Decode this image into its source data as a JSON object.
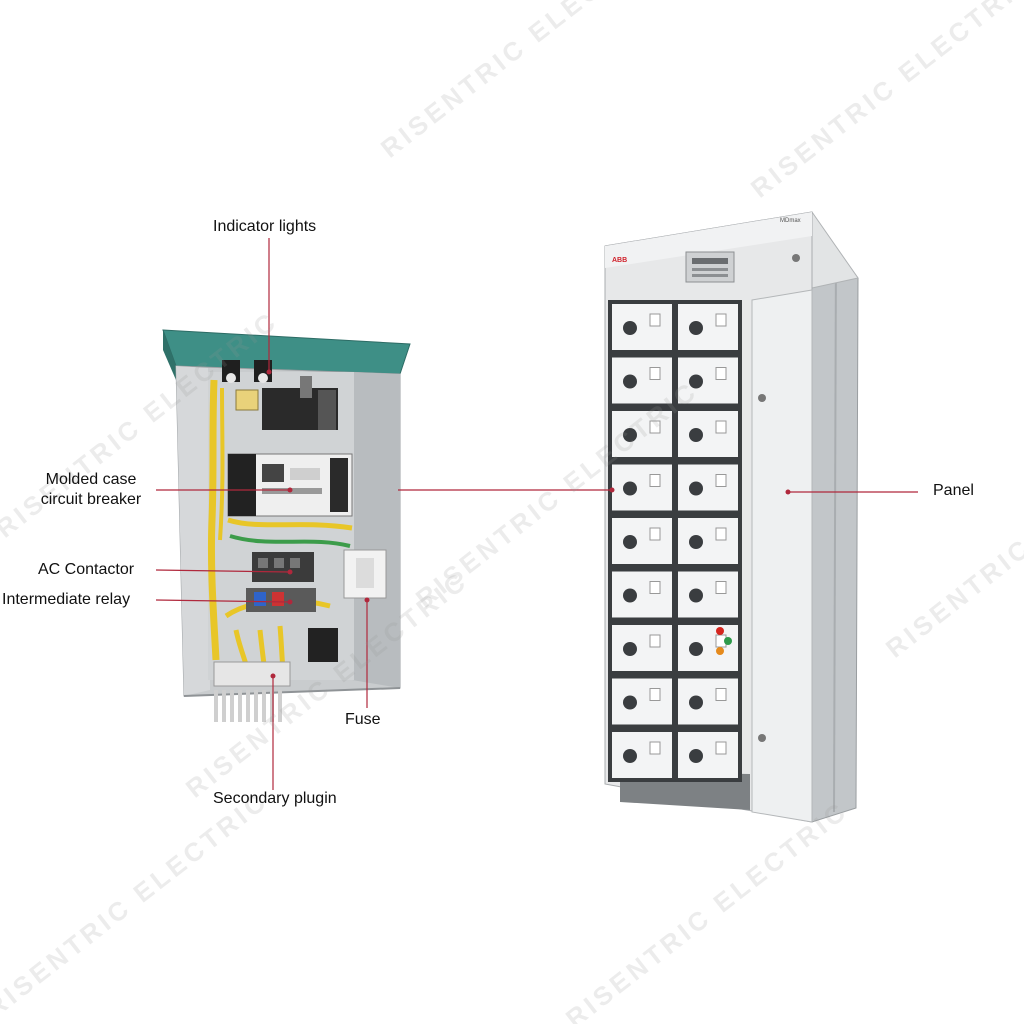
{
  "labels": {
    "indicator_lights": "Indicator lights",
    "molded_case_line1": "Molded case",
    "molded_case_line2": "circuit breaker",
    "ac_contactor": "AC Contactor",
    "intermediate_relay": "Intermediate relay",
    "fuse": "Fuse",
    "secondary_plugin": "Secondary plugin",
    "panel": "Panel"
  },
  "watermark": "RISENTRIC ELECTRIC",
  "cabinet_brand": "ABB",
  "cabinet_model": "MDmax",
  "colors": {
    "leader_line": "#b0283c",
    "enclosure_teal": "#3e8f86",
    "steel": "#c9ccce",
    "panel_face": "#e9eaeb",
    "drawer_frame": "#3a3d40",
    "wire_yellow": "#e8c628",
    "wire_green": "#3c9c4a",
    "button_red": "#d5261f",
    "button_green": "#2e9a4b",
    "button_orange": "#e58a1c"
  },
  "drawer_grid": {
    "rows": 9,
    "columns": 2
  }
}
